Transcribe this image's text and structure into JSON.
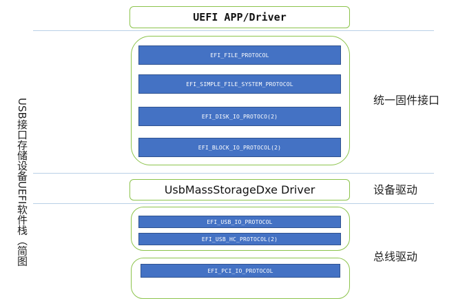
{
  "top_box": {
    "label": "UEFI APP/Driver"
  },
  "firmware_group": {
    "label": "统一固件接口",
    "protocols": [
      "EFI_FILE_PROTOCOL",
      "EFI_SIMPLE_FILE_SYSTEM_PROTOCOL",
      "EFI_DISK_IO_PROTOCO(2)",
      "EFI_BLOCK_IO_PROTOCOL(2)"
    ]
  },
  "device_driver": {
    "box_label": "UsbMassStorageDxe Driver",
    "label": "设备驱动"
  },
  "bus_group": {
    "label": "总线驱动",
    "protocols": [
      "EFI_USB_IO_PROTOCOL",
      "EFI_USB_HC_PROTOCOL(2)"
    ]
  },
  "pci_group": {
    "protocols": [
      "EFI_PCI_IO_PROTOCOL"
    ]
  },
  "side_title": "USB接口存储设备UEFI软件栈（简图",
  "colors": {
    "bar_fill": "#4472c4",
    "group_border": "#8bc34a",
    "divider": "#b8cfe6"
  }
}
